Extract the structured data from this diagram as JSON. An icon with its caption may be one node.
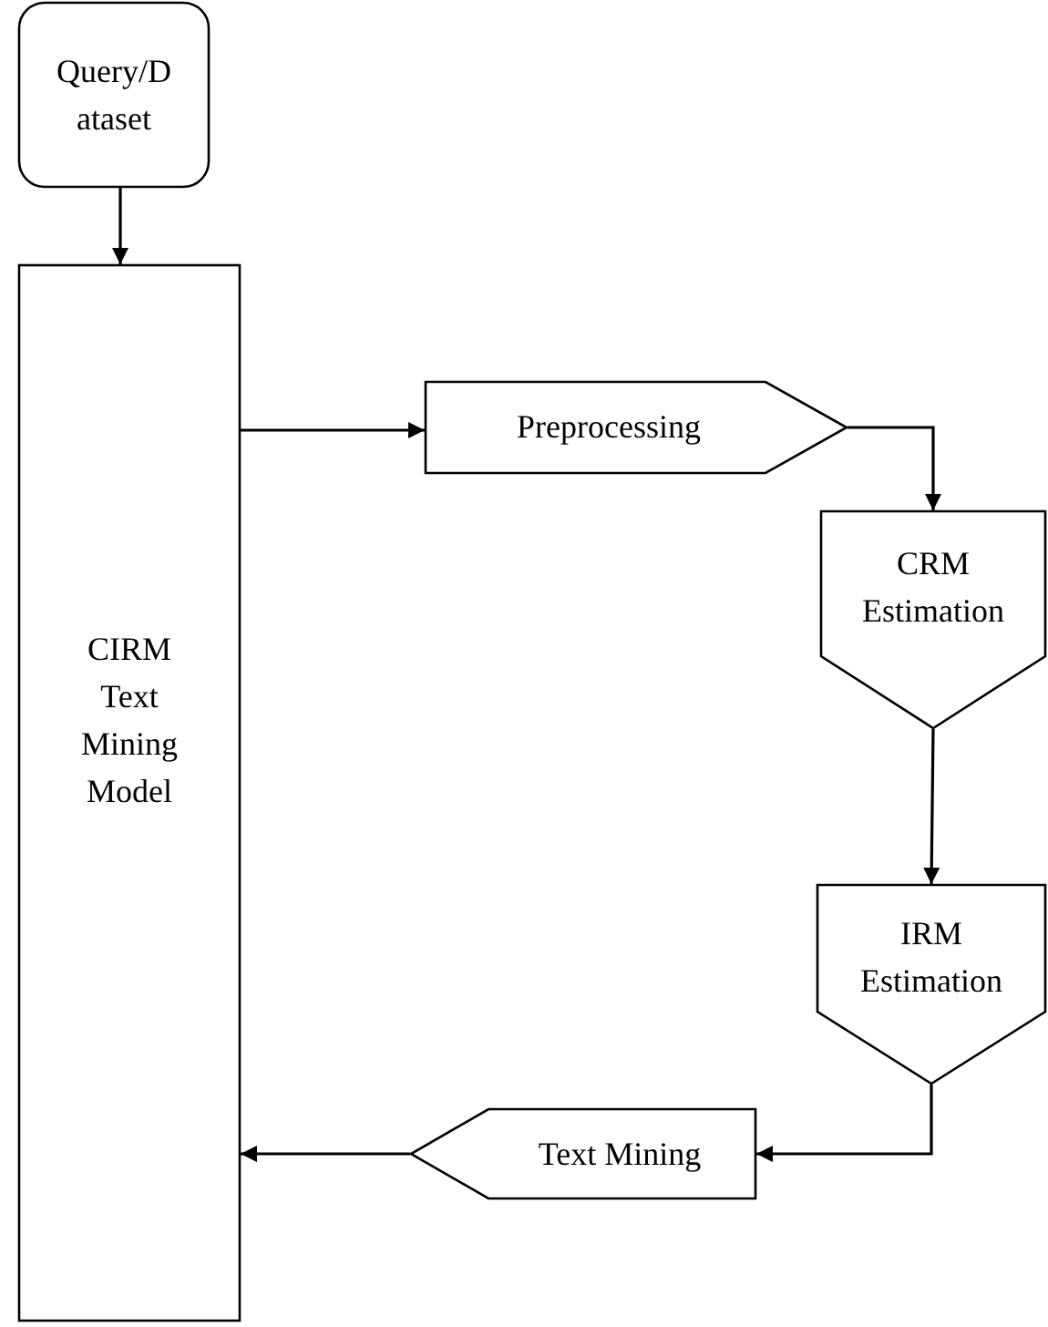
{
  "diagram": {
    "nodes": [
      {
        "text": [
          "Query/Dataset"
        ]
      },
      {
        "text": [
          "CIRM Text Mining Model"
        ]
      },
      {
        "text": [
          "Preprocessing"
        ]
      },
      {
        "text": [
          "CRM Estimation"
        ]
      },
      {
        "text": [
          "IRM Estimation"
        ]
      },
      {
        "text": [
          "Text Mining"
        ]
      }
    ],
    "edges": [
      {
        "from": 0,
        "to": 1,
        "arrow": "to"
      },
      {
        "from": 1,
        "to": 2,
        "arrow": "to"
      },
      {
        "from": 2,
        "to": 3,
        "arrow": "to"
      },
      {
        "from": 3,
        "to": 4,
        "arrow": "to"
      },
      {
        "from": 4,
        "to": 5,
        "arrow": "to"
      },
      {
        "from": 5,
        "to": 1,
        "arrow": "to"
      }
    ]
  }
}
